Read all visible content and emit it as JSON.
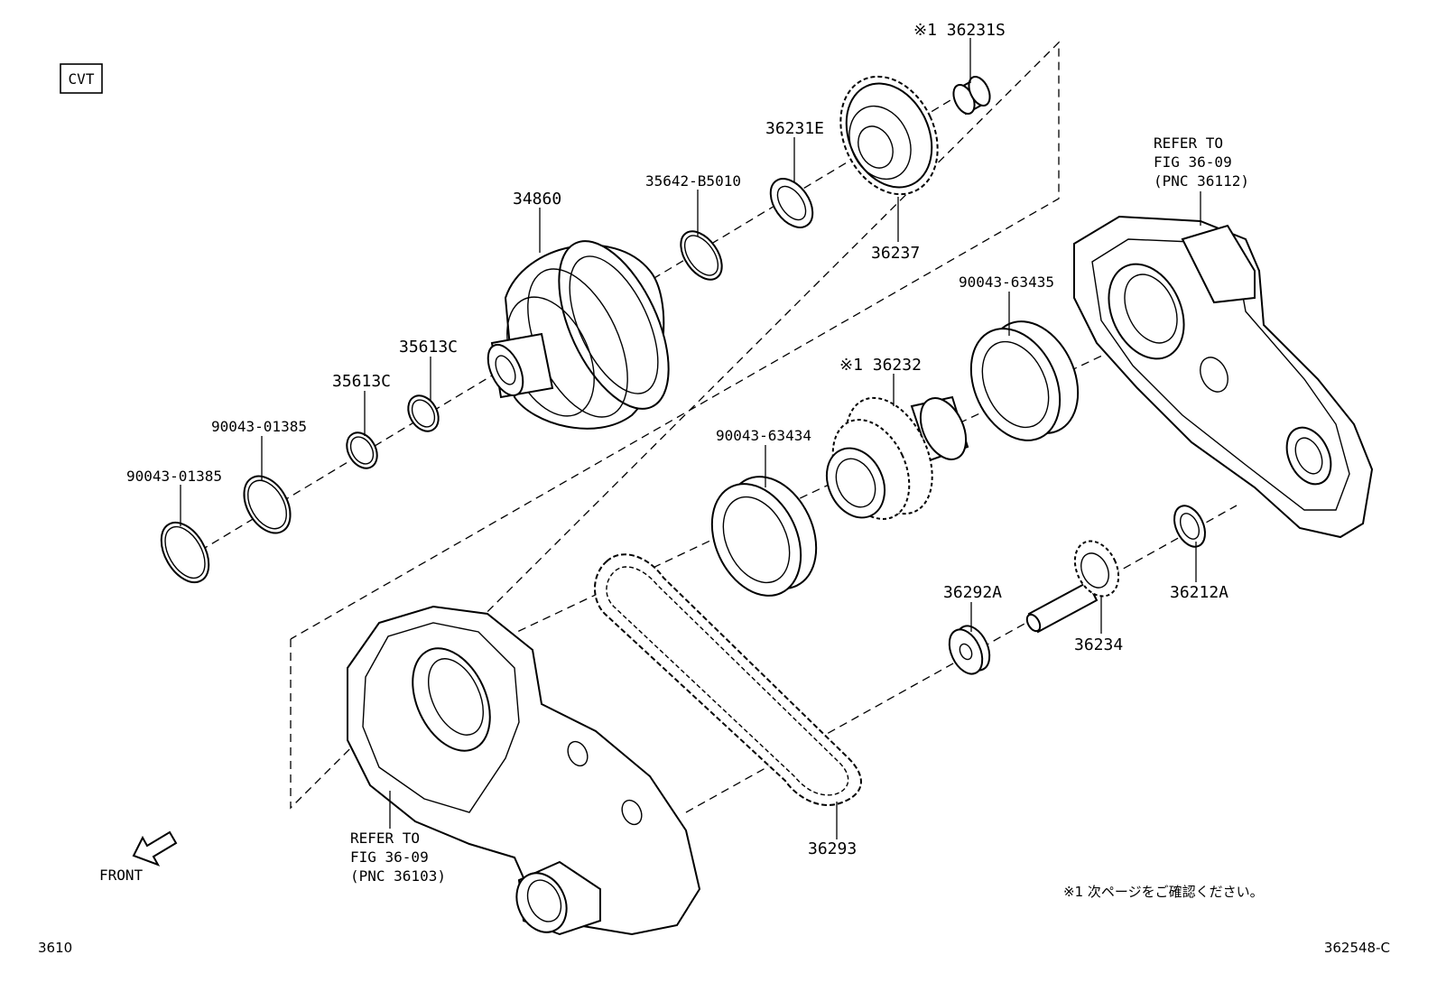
{
  "badge": "CVT",
  "footer": {
    "page_number": "3610",
    "figure_code": "362548-C"
  },
  "note": "※1 次ページをご確認ください。",
  "front_label": "FRONT",
  "refer_top": {
    "line1": "REFER TO",
    "line2": "FIG 36-09",
    "line3": "(PNC 36112)"
  },
  "refer_bottom": {
    "line1": "REFER TO",
    "line2": "FIG 36-09",
    "line3": "(PNC 36103)"
  },
  "parts": {
    "p36231S": "※1 36231S",
    "p36231E": "36231E",
    "p35642": "35642-B5010",
    "p36237": "36237",
    "p34860": "34860",
    "p35613C_a": "35613C",
    "p35613C_b": "35613C",
    "p90043_01385_a": "90043-01385",
    "p90043_01385_b": "90043-01385",
    "p90043_63435": "90043-63435",
    "p36232": "※1 36232",
    "p90043_63434": "90043-63434",
    "p36292A": "36292A",
    "p36212A": "36212A",
    "p36234": "36234",
    "p36293": "36293"
  }
}
